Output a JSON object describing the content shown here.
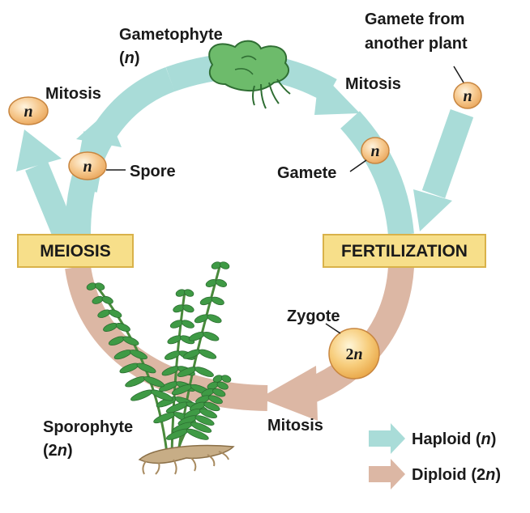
{
  "colors": {
    "haploid": "#a9dcd8",
    "diploid": "#dcb7a4",
    "phase_box_fill": "#f7df8a",
    "phase_box_border": "#d9b24a",
    "haploid_cell": "#f3c48c",
    "diploid_cell": "#f6c977",
    "gametophyte": "#6dbb6b",
    "sporophyte_frond": "#3f9a45",
    "roots": "#c7ad86"
  },
  "labels": {
    "gametophyte_line1": "Gametophyte",
    "gametophyte_n_open": "(",
    "gametophyte_n": "n",
    "gametophyte_n_close": ")",
    "mitosis_top_left": "Mitosis",
    "mitosis_top_right": "Mitosis",
    "mitosis_bottom": "Mitosis",
    "spore": "Spore",
    "gamete": "Gamete",
    "gamete_other_line1": "Gamete from",
    "gamete_other_line2": "another plant",
    "zygote": "Zygote",
    "sporophyte_line1": "Sporophyte",
    "sporophyte_2": "(2",
    "sporophyte_n": "n",
    "sporophyte_close": ")"
  },
  "phases": {
    "meiosis": "MEIOSIS",
    "fertilization": "FERTILIZATION"
  },
  "cells": {
    "haploid_symbol": "n",
    "zygote_2": "2",
    "zygote_n": "n"
  },
  "legend": {
    "haploid_label": "Haploid (",
    "haploid_n": "n",
    "haploid_close": ")",
    "diploid_label": "Diploid (2",
    "diploid_n": "n",
    "diploid_close": ")"
  }
}
